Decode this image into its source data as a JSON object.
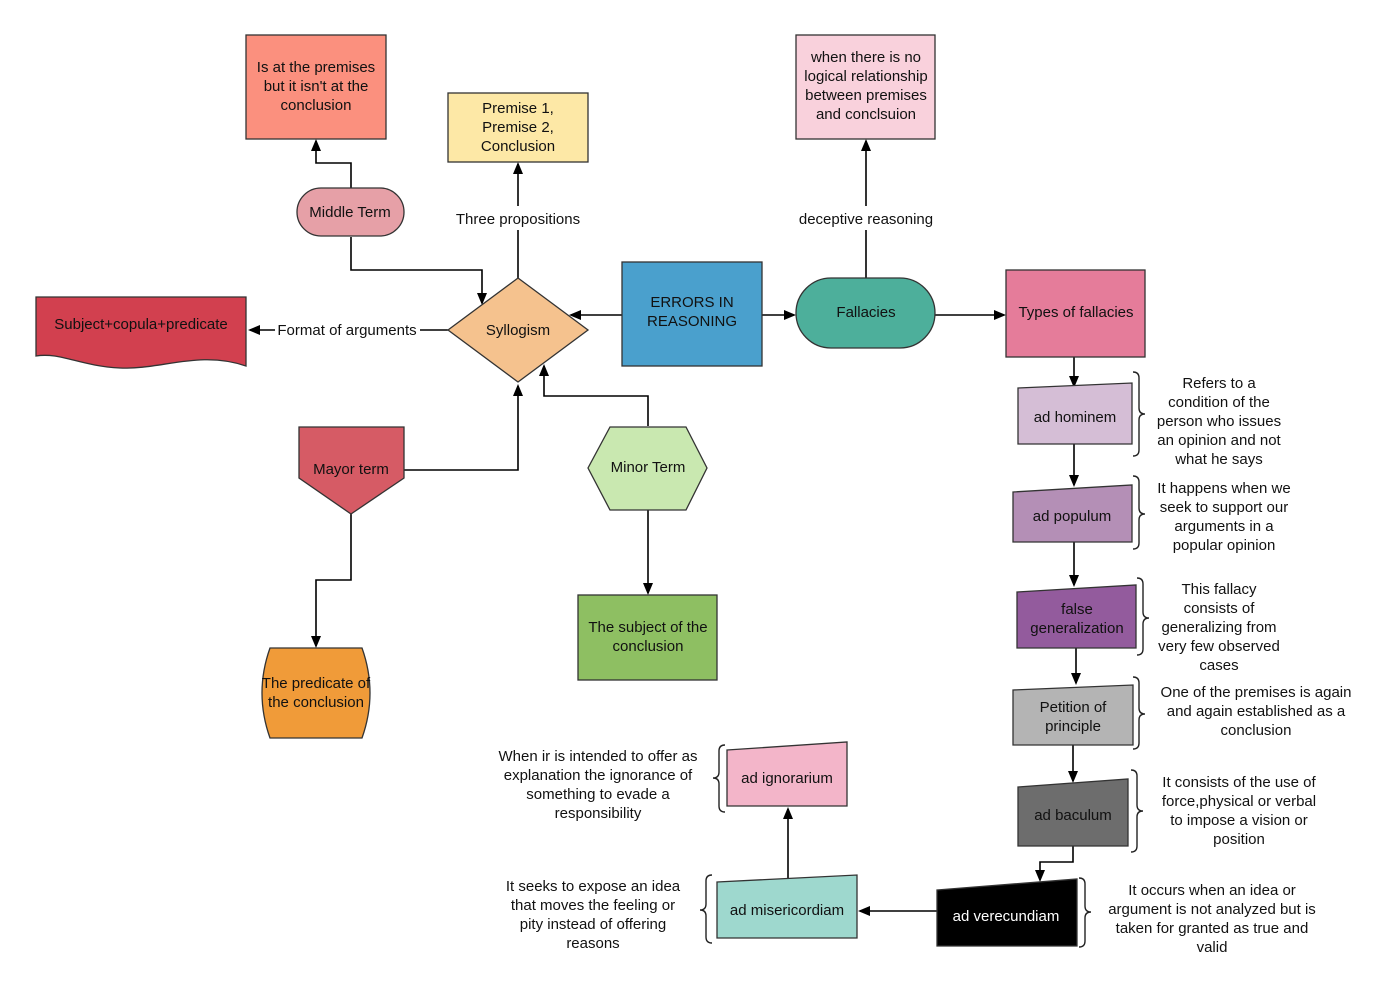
{
  "nodes": {
    "errors": [
      "ERRORS IN",
      "REASONING"
    ],
    "syllogism": [
      "Syllogism"
    ],
    "fallacies": [
      "Fallacies"
    ],
    "types_of_fallacies": [
      "Types of fallacies"
    ],
    "no_logical_relationship": [
      "when there is no",
      "logical relationship",
      "between premises",
      "and conclsuion"
    ],
    "premises": [
      "Premise 1,",
      "Premise 2,",
      "Conclusion"
    ],
    "middle_term": [
      "Middle Term"
    ],
    "middle_term_def": [
      "Is at the premises",
      "but it isn't at the",
      "conclusion"
    ],
    "subject_copula": [
      "Subject+copula+predicate"
    ],
    "mayor_term": [
      "Mayor term"
    ],
    "predicate_conclusion": [
      "The predicate of",
      "the conclusion"
    ],
    "minor_term": [
      "Minor Term"
    ],
    "subject_conclusion": [
      "The subject of the",
      "conclusion"
    ],
    "ad_hominem": [
      "ad hominem"
    ],
    "ad_populum": [
      "ad populum"
    ],
    "false_generalization": [
      "false",
      "generalization"
    ],
    "petition_principle": [
      "Petition of",
      "principle"
    ],
    "ad_baculum": [
      "ad baculum"
    ],
    "ad_verecundiam": [
      "ad verecundiam"
    ],
    "ad_misericordiam": [
      "ad misericordiam"
    ],
    "ad_ignorarium": [
      "ad ignorarium"
    ]
  },
  "edge_labels": {
    "three_propositions": "Three propositions",
    "deceptive_reasoning": "deceptive reasoning",
    "format_of_arguments": "Format of arguments"
  },
  "annotations": {
    "ad_hominem": [
      "Refers to a",
      "condition of the",
      "person who issues",
      "an opinion and not",
      "what he says"
    ],
    "ad_populum": [
      "It happens when we",
      "seek to support our",
      "arguments in a",
      "popular opinion"
    ],
    "false_generalization": [
      "This fallacy",
      "consists of",
      "generalizing from",
      "very few observed",
      "cases"
    ],
    "petition_principle": [
      "One of the premises is again",
      "and again established as a",
      "conclusion"
    ],
    "ad_baculum": [
      "It consists of the use of",
      "force,physical or verbal",
      "to impose a vision or",
      "position"
    ],
    "ad_verecundiam": [
      "It occurs when an idea or",
      "argument is not analyzed but is",
      "taken for granted as true and",
      "valid"
    ],
    "ad_misericordiam": [
      "It seeks to expose an idea",
      "that moves the feeling or",
      "pity instead of offering",
      "reasons"
    ],
    "ad_ignorarium": [
      "When ir is intended to offer as",
      "explanation the ignorance of",
      "something to evade a",
      "responsibility"
    ]
  },
  "colors": {
    "errors": "#4aa0cd",
    "syllogism": "#f5c28e",
    "fallacies": "#4daf9b",
    "types_of_fallacies": "#e57c9a",
    "no_logical_relationship": "#f9d1dc",
    "premises": "#fde8a6",
    "middle_term": "#e6a0a7",
    "middle_term_def": "#fb907e",
    "subject_copula": "#d2404f",
    "mayor_term": "#d65b65",
    "predicate_conclusion": "#f09b39",
    "minor_term": "#c9e8b0",
    "subject_conclusion": "#8ebf62",
    "ad_hominem": "#d5bed6",
    "ad_populum": "#b48fb6",
    "false_generalization": "#935b9d",
    "petition_principle": "#b4b4b4",
    "ad_baculum": "#6d6d6d",
    "ad_verecundiam": "#000000",
    "ad_misericordiam": "#9ed8ce",
    "ad_ignorarium": "#f3b5c9"
  }
}
